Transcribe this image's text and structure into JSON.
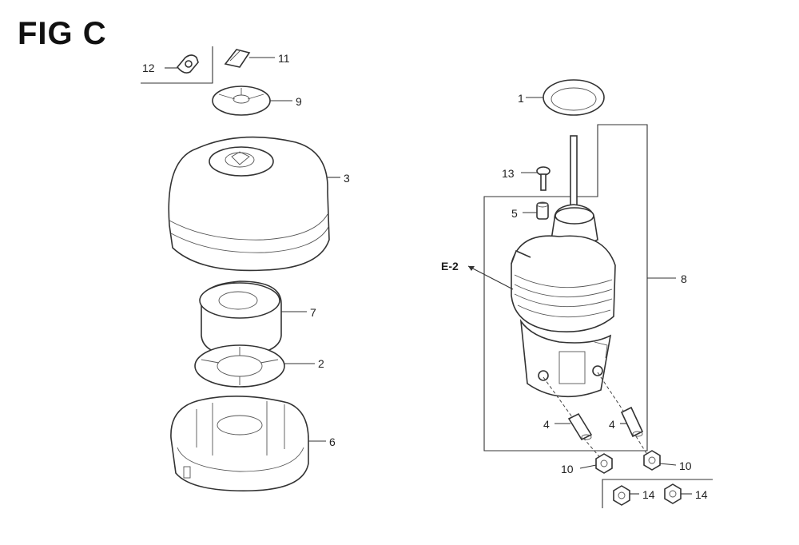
{
  "figure": {
    "title": "FIG C"
  },
  "callouts": {
    "c1": "1",
    "c2": "2",
    "c3": "3",
    "c4a": "4",
    "c4b": "4",
    "c5": "5",
    "c6": "6",
    "c7": "7",
    "c8": "8",
    "c9": "9",
    "c10a": "10",
    "c10b": "10",
    "c11": "11",
    "c12": "12",
    "c13": "13",
    "c14a": "14",
    "c14b": "14",
    "ref": "E-2"
  }
}
